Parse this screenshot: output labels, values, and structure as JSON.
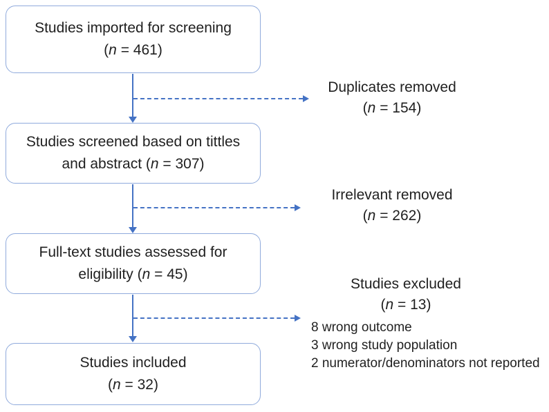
{
  "flowchart": {
    "boxes": [
      {
        "name": "imported",
        "lines": [
          "Studies imported for screening",
          "(n = 461)"
        ]
      },
      {
        "name": "screened",
        "lines": [
          "Studies screened based on tittles",
          "and abstract (n = 307)"
        ]
      },
      {
        "name": "fulltext",
        "lines": [
          "Full-text studies assessed for",
          "eligibility (n = 45)"
        ]
      },
      {
        "name": "included",
        "lines": [
          "Studies included",
          "(n = 32)"
        ]
      }
    ],
    "side_notes": [
      {
        "name": "duplicates",
        "lines": [
          "Duplicates removed",
          "(n = 154)"
        ]
      },
      {
        "name": "irrelevant",
        "lines": [
          "Irrelevant removed",
          "(n = 262)"
        ]
      },
      {
        "name": "excluded",
        "lines": [
          "Studies excluded",
          "(n = 13)"
        ],
        "reasons": [
          "8 wrong outcome",
          "3 wrong study population",
          "2 numerator/denominators not reported"
        ]
      }
    ],
    "colors": {
      "box_border": "#8faadc",
      "arrow": "#4472c4",
      "dashed_arrow": "#4472c4",
      "text": "#1f1f1f",
      "background": "#ffffff"
    }
  }
}
